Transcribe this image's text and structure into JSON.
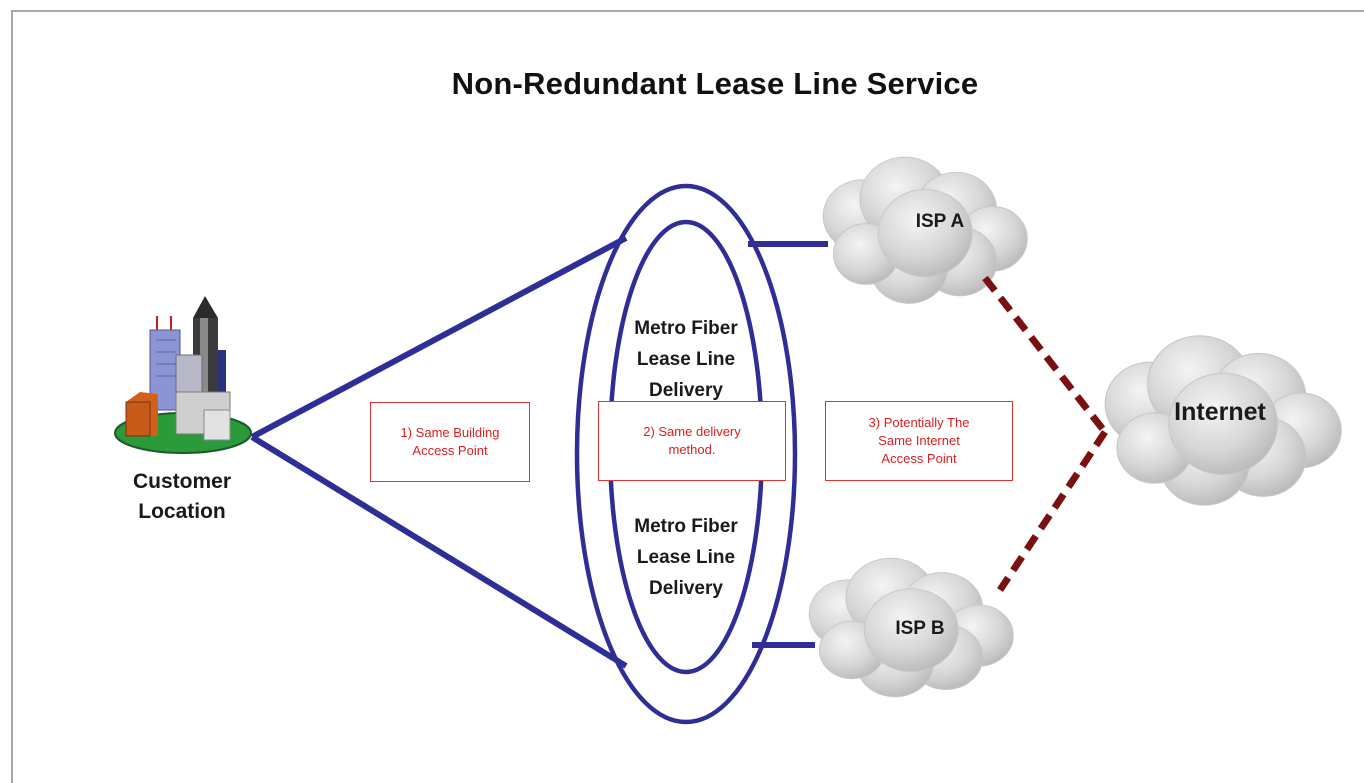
{
  "title": "Non-Redundant Lease Line Service",
  "nodes": {
    "customer": {
      "line1": "Customer",
      "line2": "Location"
    },
    "isp_a": "ISP A",
    "isp_b": "ISP B",
    "internet": "Internet"
  },
  "metro_top": {
    "line1": "Metro Fiber",
    "line2": "Lease Line",
    "line3": "Delivery"
  },
  "metro_bottom": {
    "line1": "Metro Fiber",
    "line2": "Lease Line",
    "line3": "Delivery"
  },
  "notes": {
    "n1": {
      "line1": "1) Same Building",
      "line2": "Access Point"
    },
    "n2": {
      "line1": "2) Same delivery",
      "line2": "method."
    },
    "n3": {
      "line1": "3) Potentially The",
      "line2": "Same Internet",
      "line3": "Access Point"
    }
  },
  "colors": {
    "link": "#2e2e96",
    "dashed_link": "#7a1010",
    "note_text": "#d82020",
    "cloud": "#d0d0d0"
  }
}
